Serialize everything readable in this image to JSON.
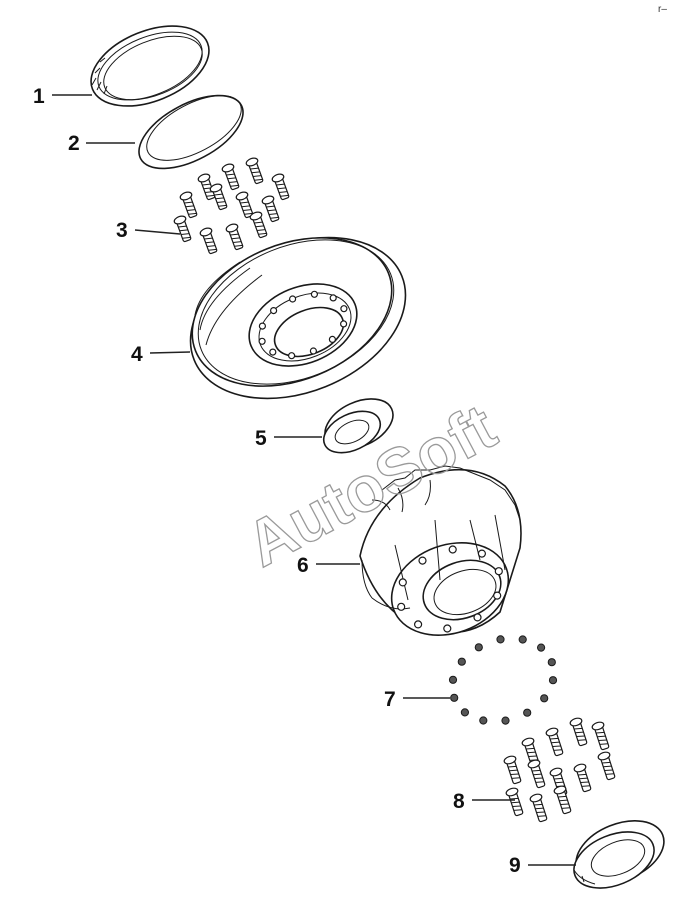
{
  "watermark": "AutoSoft",
  "corner_mark": "r–",
  "callouts": [
    {
      "id": "1",
      "label": "1"
    },
    {
      "id": "2",
      "label": "2"
    },
    {
      "id": "3",
      "label": "3"
    },
    {
      "id": "4",
      "label": "4"
    },
    {
      "id": "5",
      "label": "5"
    },
    {
      "id": "6",
      "label": "6"
    },
    {
      "id": "7",
      "label": "7"
    },
    {
      "id": "8",
      "label": "8"
    },
    {
      "id": "9",
      "label": "9"
    }
  ]
}
